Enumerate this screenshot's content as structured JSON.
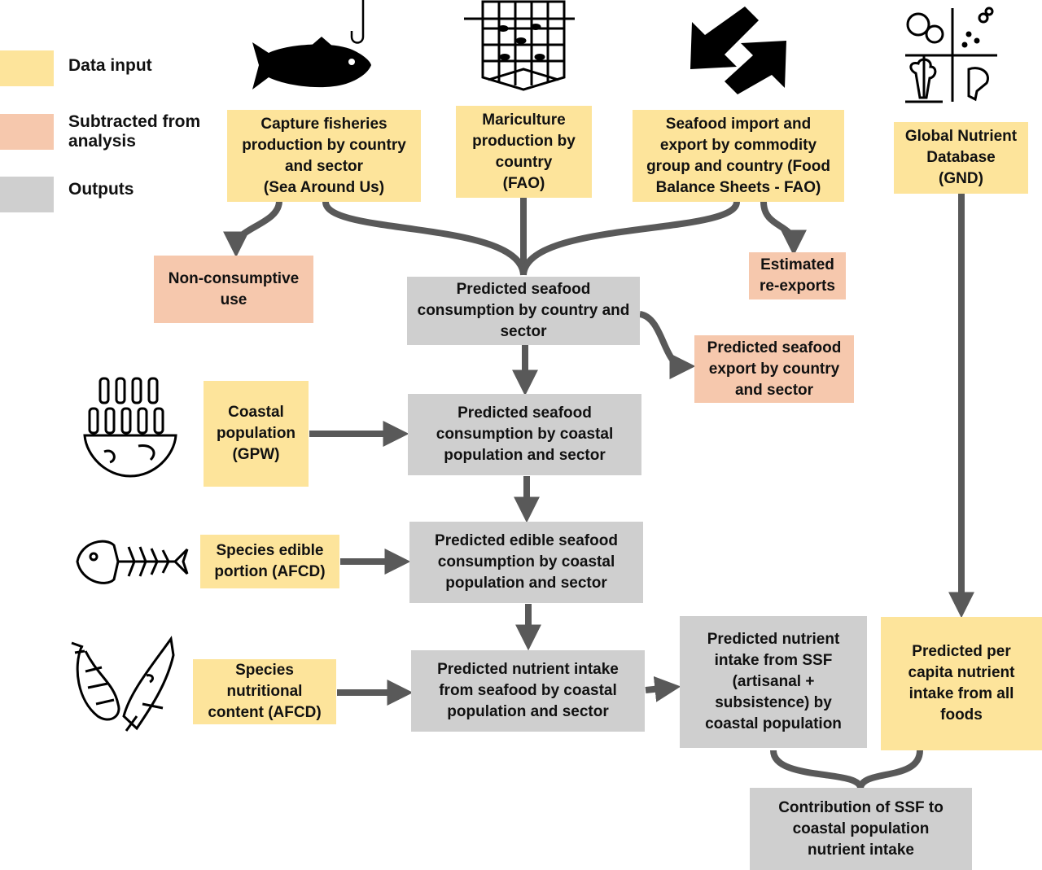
{
  "legend": {
    "data_input": "Data input",
    "subtracted": "Subtracted from\nanalysis",
    "outputs": "Outputs"
  },
  "colors": {
    "input": "#fde49b",
    "subtracted": "#f6c8ad",
    "output": "#cfcfcf",
    "arrow": "#595959"
  },
  "nodes": {
    "capture": "Capture fisheries\nproduction by country\nand sector\n(Sea Around Us)",
    "mariculture": "Mariculture\nproduction by\ncountry\n(FAO)",
    "trade": "Seafood import and\nexport by commodity\ngroup and country (Food\nBalance Sheets - FAO)",
    "gnd": "Global Nutrient\nDatabase\n(GND)",
    "nonconsumptive": "Non-consumptive\nuse",
    "reexports": "Estimated\nre-exports",
    "consumption_country": "Predicted seafood\nconsumption by country and\nsector",
    "export_country": "Predicted seafood\nexport by country\nand sector",
    "coastal_pop": "Coastal\npopulation\n(GPW)",
    "consumption_coastal": "Predicted seafood\nconsumption by coastal\npopulation and sector",
    "edible_portion": "Species edible\nportion (AFCD)",
    "edible_consumption": "Predicted edible seafood\nconsumption by coastal\npopulation and sector",
    "nutritional_content": "Species\nnutritional\ncontent (AFCD)",
    "nutrient_intake_seafood": "Predicted nutrient intake\nfrom seafood by coastal\npopulation and sector",
    "nutrient_intake_ssf": "Predicted nutrient\nintake from SSF\n(artisanal +\nsubsistence) by\ncoastal population",
    "per_capita": "Predicted per\ncapita nutrient\nintake from all\nfoods",
    "contribution": "Contribution of SSF to\ncoastal population\nnutrient intake"
  },
  "icons": [
    "fish-hook-icon",
    "net-pen-icon",
    "trade-arrows-icon",
    "food-groups-icon",
    "coastal-people-icon",
    "fish-skeleton-icon",
    "shrimp-fish-icon"
  ]
}
